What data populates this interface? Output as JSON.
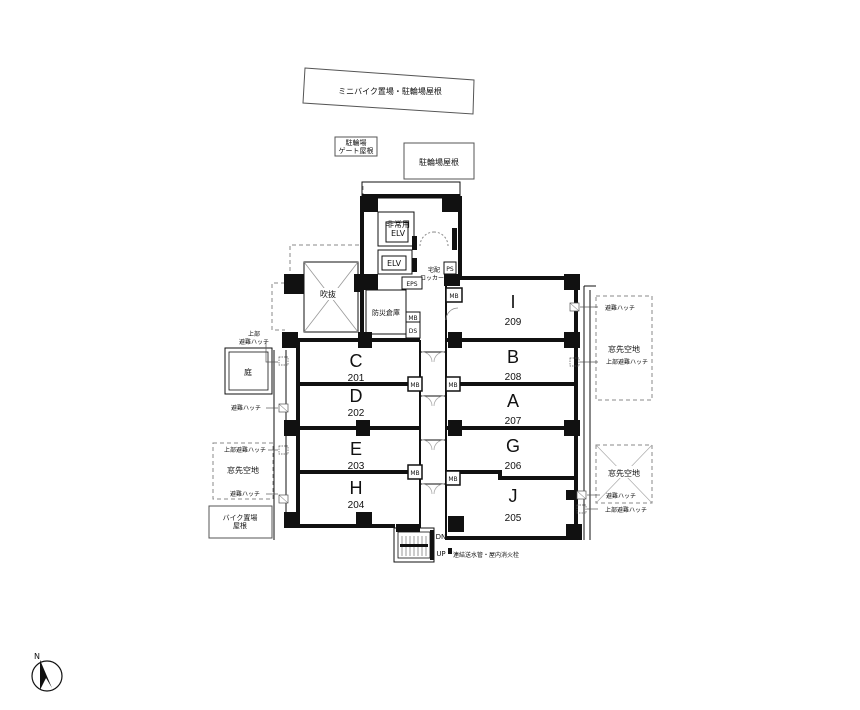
{
  "labels": {
    "bike_parking_roof": "ミニバイク置場・駐輪場屋根",
    "gate_roof_1": "駐輪場",
    "gate_roof_2": "ゲート屋根",
    "bicycle_roof": "駐輪場屋根",
    "emergency_elv_1": "非常用",
    "emergency_elv_2": "ELV",
    "elv": "ELV",
    "delivery_locker_1": "宅配",
    "delivery_locker_2": "ロッカー",
    "ps": "PS",
    "eps": "EPS",
    "mb": "MB",
    "ds": "DS",
    "storage": "防災倉庫",
    "void": "吹抜",
    "garden": "庭",
    "upper_hatch_1": "上部",
    "upper_hatch_2": "避難ハッチ",
    "evac_hatch": "避難ハッチ",
    "upper_evac_hatch": "上部避難ハッチ",
    "window_space": "窓先空地",
    "bike_roof_1": "バイク置場",
    "bike_roof_2": "屋根",
    "dn": "DN",
    "up": "UP",
    "standpipe": "連結送水管・屋内消火栓",
    "north": "N"
  },
  "units": [
    {
      "letter": "C",
      "number": "201"
    },
    {
      "letter": "D",
      "number": "202"
    },
    {
      "letter": "E",
      "number": "203"
    },
    {
      "letter": "H",
      "number": "204"
    },
    {
      "letter": "I",
      "number": "209"
    },
    {
      "letter": "B",
      "number": "208"
    },
    {
      "letter": "A",
      "number": "207"
    },
    {
      "letter": "G",
      "number": "206"
    },
    {
      "letter": "J",
      "number": "205"
    }
  ]
}
